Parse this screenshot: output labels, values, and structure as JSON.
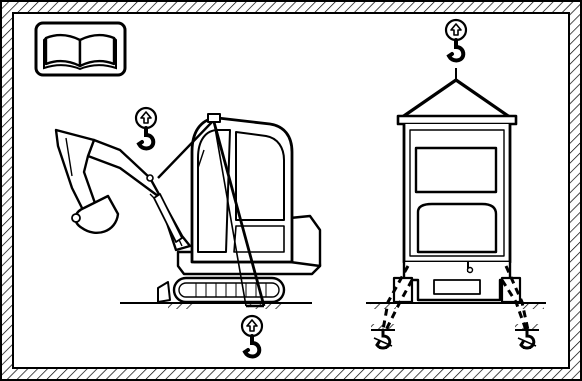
{
  "figure": {
    "kind": "lifting-instruction-pictogram",
    "manual_icon": "open-book-icon",
    "hook_icons": [
      "crane-hook-icon",
      "crane-hook-icon",
      "crane-hook-icon"
    ],
    "anchor_icons": [
      "ground-anchor-icon",
      "ground-anchor-icon"
    ],
    "views": [
      "excavator-side-view",
      "excavator-front-view"
    ],
    "colors": {
      "ink": "#000000",
      "background": "#ffffff"
    }
  }
}
